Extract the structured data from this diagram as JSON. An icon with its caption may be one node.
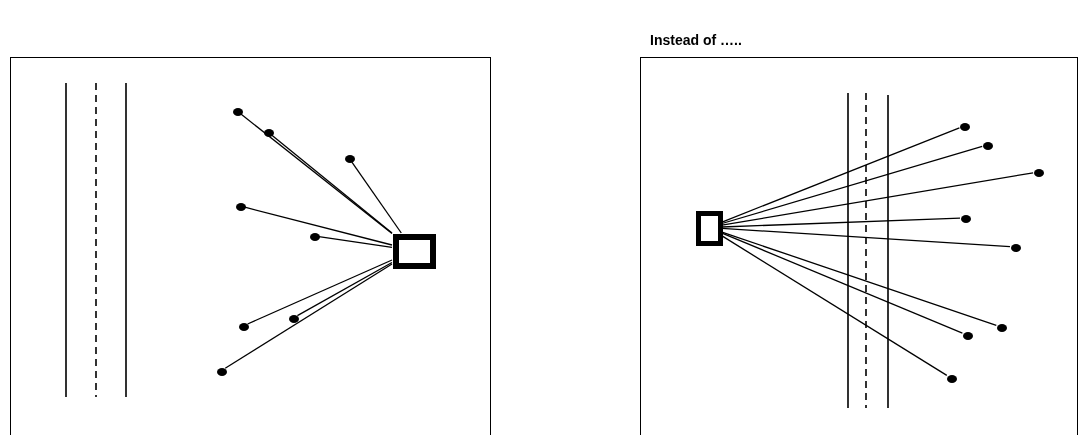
{
  "diagram": {
    "nodes": [
      {
        "text": [],
        "shape": "box"
      },
      {
        "text": [],
        "shape": "box",
        "in": 0
      },
      {
        "text": [],
        "shape": "circle",
        "in": 0
      },
      {
        "text": [],
        "shape": "circle",
        "in": 0
      },
      {
        "text": [],
        "shape": "circle",
        "in": 0
      },
      {
        "text": [],
        "shape": "circle",
        "in": 0
      },
      {
        "text": [],
        "shape": "circle",
        "in": 0
      },
      {
        "text": [],
        "shape": "circle",
        "in": 0
      },
      {
        "text": [],
        "shape": "circle",
        "in": 0
      },
      {
        "text": [],
        "shape": "circle",
        "in": 0
      },
      {
        "text": [],
        "shape": "box"
      },
      {
        "text": [],
        "shape": "box",
        "in": 10
      },
      {
        "text": [],
        "shape": "circle",
        "in": 10
      },
      {
        "text": [],
        "shape": "circle",
        "in": 10
      },
      {
        "text": [],
        "shape": "circle",
        "in": 10
      },
      {
        "text": [],
        "shape": "circle",
        "in": 10
      },
      {
        "text": [],
        "shape": "circle",
        "in": 10
      },
      {
        "text": [],
        "shape": "circle",
        "in": 10
      },
      {
        "text": [],
        "shape": "circle",
        "in": 10
      },
      {
        "text": [],
        "shape": "circle",
        "in": 10
      }
    ],
    "edges": [
      {
        "from": 2,
        "to": 1,
        "arrow": "none"
      },
      {
        "from": 3,
        "to": 1,
        "arrow": "none"
      },
      {
        "from": 4,
        "to": 1,
        "arrow": "none"
      },
      {
        "from": 5,
        "to": 1,
        "arrow": "none"
      },
      {
        "from": 6,
        "to": 1,
        "arrow": "none"
      },
      {
        "from": 7,
        "to": 1,
        "arrow": "none"
      },
      {
        "from": 8,
        "to": 1,
        "arrow": "none"
      },
      {
        "from": 9,
        "to": 1,
        "arrow": "none"
      },
      {
        "from": 11,
        "to": 12,
        "arrow": "none"
      },
      {
        "from": 11,
        "to": 13,
        "arrow": "none"
      },
      {
        "from": 11,
        "to": 14,
        "arrow": "none"
      },
      {
        "from": 11,
        "to": 15,
        "arrow": "none"
      },
      {
        "from": 11,
        "to": 16,
        "arrow": "none"
      },
      {
        "from": 11,
        "to": 17,
        "arrow": "none"
      },
      {
        "from": 11,
        "to": 18,
        "arrow": "none"
      },
      {
        "from": 11,
        "to": 19,
        "arrow": "none"
      }
    ],
    "labels": [
      "Instead of ….."
    ]
  }
}
